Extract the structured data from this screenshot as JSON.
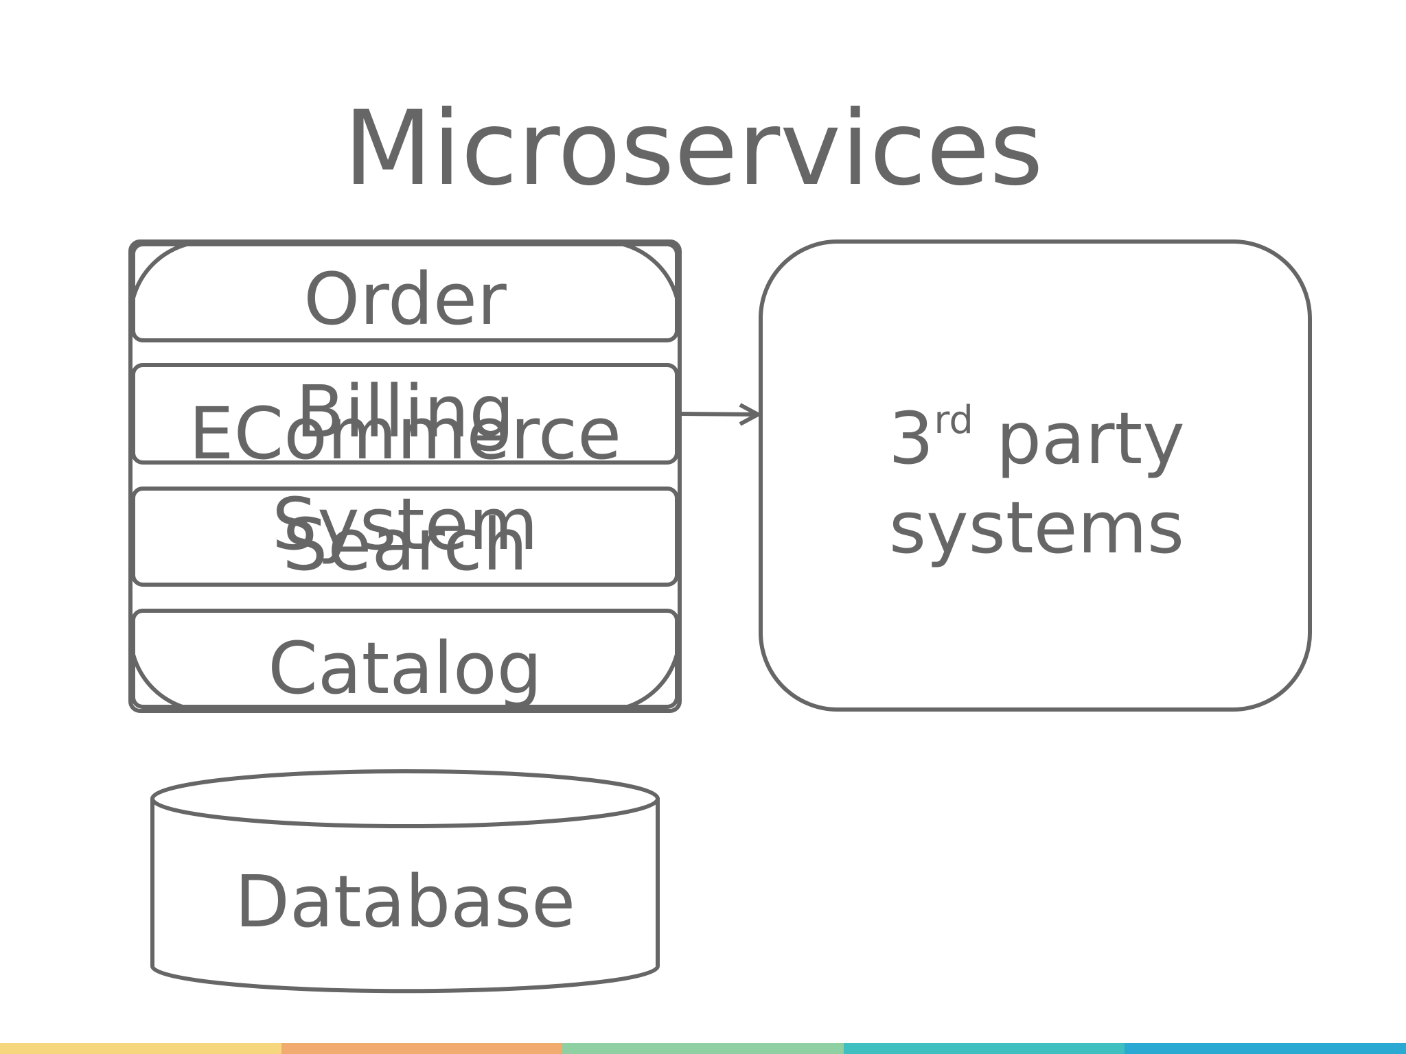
{
  "title": "Microservices",
  "monolith_label": "ECommerce System",
  "monolith_label_lines": [
    "ECommerce",
    "System"
  ],
  "services": [
    {
      "label": "Order"
    },
    {
      "label": "Billing"
    },
    {
      "label": "Search"
    },
    {
      "label": "Catalog"
    }
  ],
  "third_party": {
    "base": "3",
    "superscript": "rd",
    "line1_rest": " party",
    "line2": "systems"
  },
  "database": {
    "label": "Database"
  },
  "colors": {
    "stroke": "#666666",
    "text": "#666666",
    "background": "#ffffff",
    "footer": [
      "#f7d77e",
      "#f2ab6f",
      "#8fd0a2",
      "#3fbfbf",
      "#2aa9d2"
    ]
  }
}
